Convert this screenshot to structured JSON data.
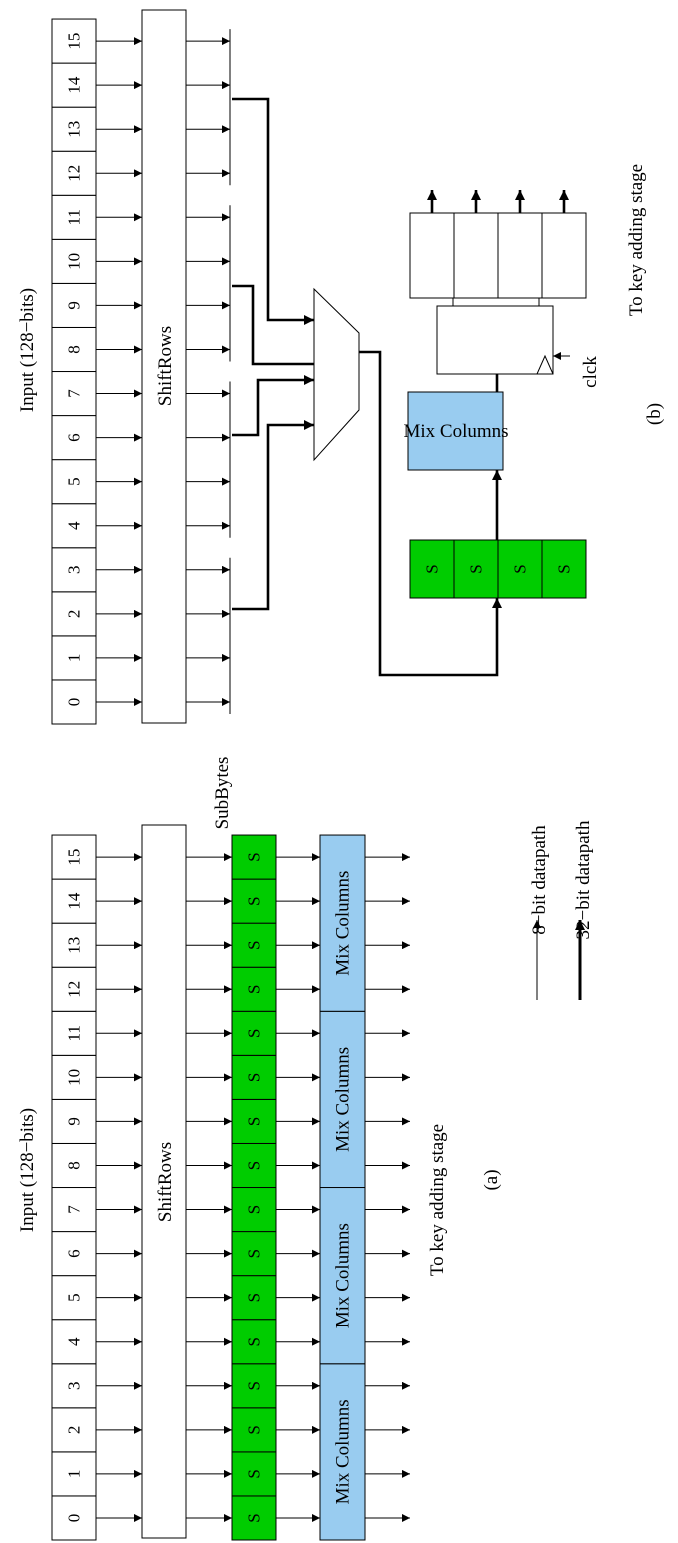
{
  "diagram_a": {
    "title": "Input (128−bits)",
    "cells": [
      "0",
      "1",
      "2",
      "3",
      "4",
      "5",
      "6",
      "7",
      "8",
      "9",
      "10",
      "11",
      "12",
      "13",
      "14",
      "15"
    ],
    "shiftrows": "ShiftRows",
    "subbytes_label": "SubBytes",
    "sbox": "S",
    "mixcolumns": "Mix Columns",
    "output": "To key adding stage",
    "caption": "(a)",
    "legend_8": "8−bit datapath",
    "legend_32": "32−bit datapath"
  },
  "diagram_b": {
    "title": "Input (128−bits)",
    "cells": [
      "0",
      "1",
      "2",
      "3",
      "4",
      "5",
      "6",
      "7",
      "8",
      "9",
      "10",
      "11",
      "12",
      "13",
      "14",
      "15"
    ],
    "shiftrows": "ShiftRows",
    "sbox": "S",
    "mixcolumns": "Mix Columns",
    "clock": "clck",
    "output": "To key adding stage",
    "caption": "(b)"
  },
  "colors": {
    "sbox_green": "#00cc00",
    "mixcolumns_blue": "#99ccf0",
    "line": "#000000"
  }
}
